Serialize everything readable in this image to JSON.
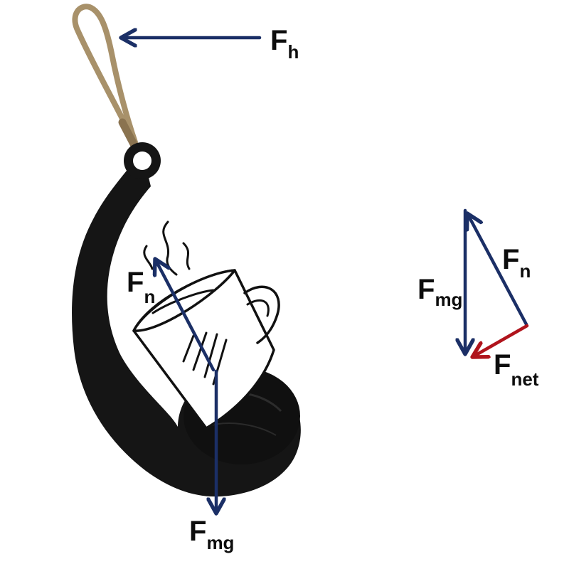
{
  "labels": {
    "fh": {
      "main": "F",
      "sub": "h"
    },
    "fn_cup": {
      "main": "F",
      "sub": "n"
    },
    "fmg_cup": {
      "main": "F",
      "sub": "mg"
    },
    "fmg_triangle": {
      "main": "F",
      "sub": "mg"
    },
    "fn_triangle": {
      "main": "F",
      "sub": "n"
    },
    "fnet_triangle": {
      "main": "F",
      "sub": "net"
    }
  },
  "colors": {
    "force_arrow": "#1b2f66",
    "net_force_arrow": "#b0141c",
    "holder": "#151515",
    "loop": "#a8916a",
    "cup_outline": "#111111",
    "background": "#ffffff"
  }
}
